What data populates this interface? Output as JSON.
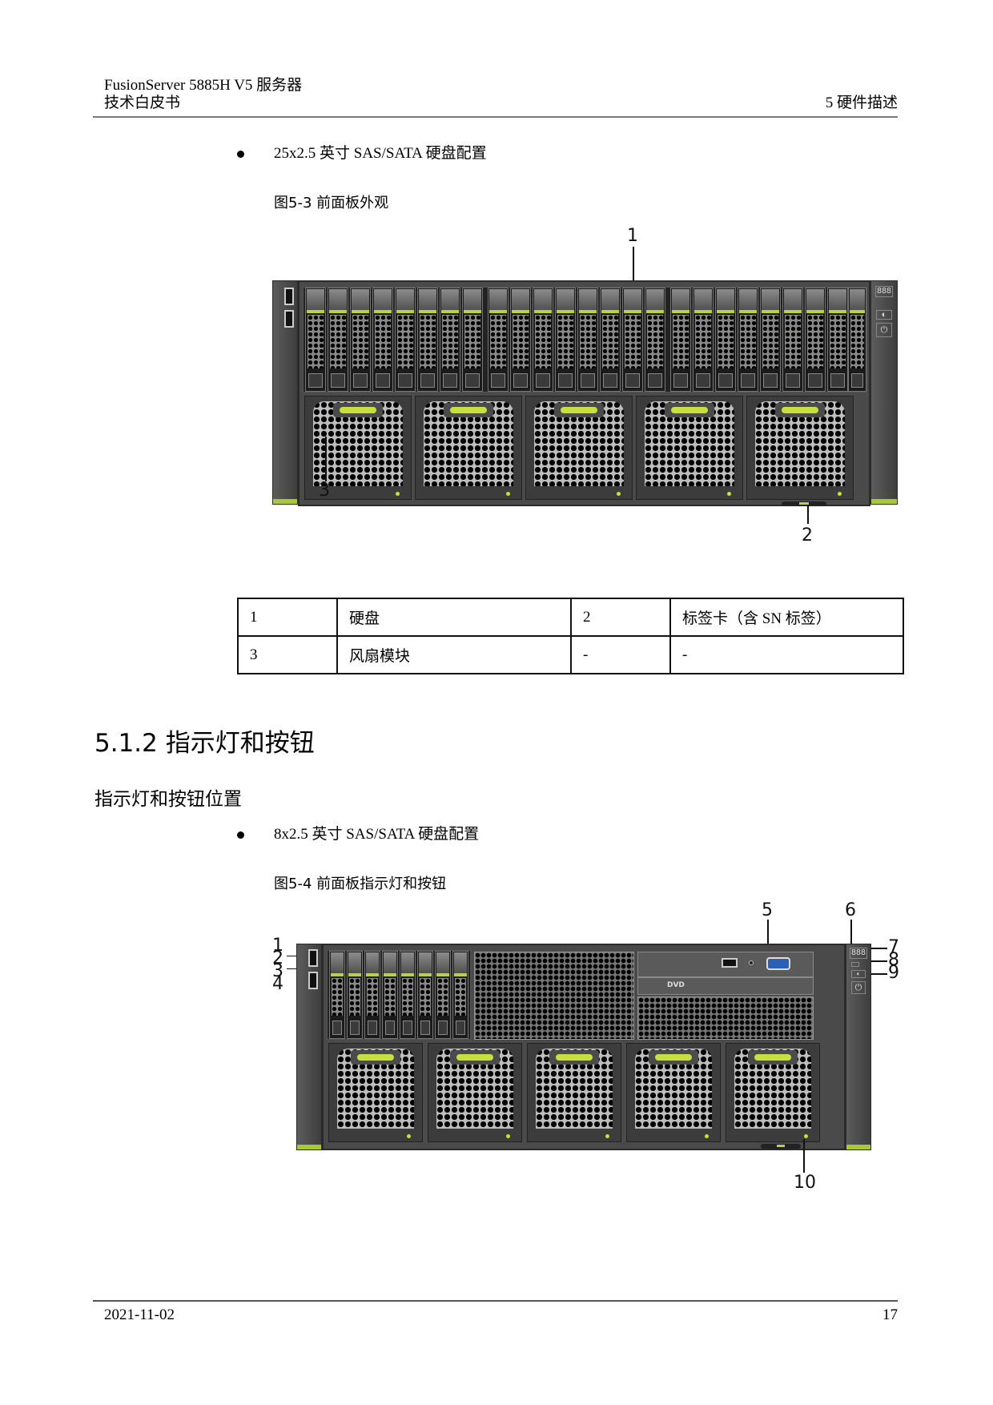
{
  "header": {
    "product_title": "FusionServer 5885H V5  服务器",
    "doc_type": "技术白皮书",
    "chapter": "5  硬件描述"
  },
  "section1": {
    "bullet": "25x2.5 英寸 SAS/SATA 硬盘配置",
    "figure_caption": "图5-3 前面板外观",
    "figure": {
      "drive_count": 25,
      "fan_count": 5,
      "callouts": [
        "1",
        "2",
        "3"
      ],
      "status_display": "888"
    },
    "legend_table": {
      "rows": [
        [
          "1",
          "硬盘",
          "2",
          "标签卡（含 SN 标签）"
        ],
        [
          "3",
          "风扇模块",
          "-",
          "-"
        ]
      ]
    }
  },
  "section2": {
    "heading": "5.1.2 指示灯和按钮",
    "subheading": "指示灯和按钮位置",
    "bullet": "8x2.5 英寸 SAS/SATA 硬盘配置",
    "figure_caption": "图5-4 前面板指示灯和按钮",
    "figure": {
      "drive_count": 8,
      "fan_count": 5,
      "callouts": [
        "1",
        "2",
        "3",
        "4",
        "5",
        "6",
        "7",
        "8",
        "9",
        "10"
      ],
      "status_display": "888",
      "dvd_label": "DVD"
    }
  },
  "footer": {
    "date": "2021-11-02",
    "page_number": "17"
  },
  "colors": {
    "led_green": "#b9d33c",
    "chassis": "#4a4a4a",
    "vga_blue": "#2c5fb8"
  }
}
